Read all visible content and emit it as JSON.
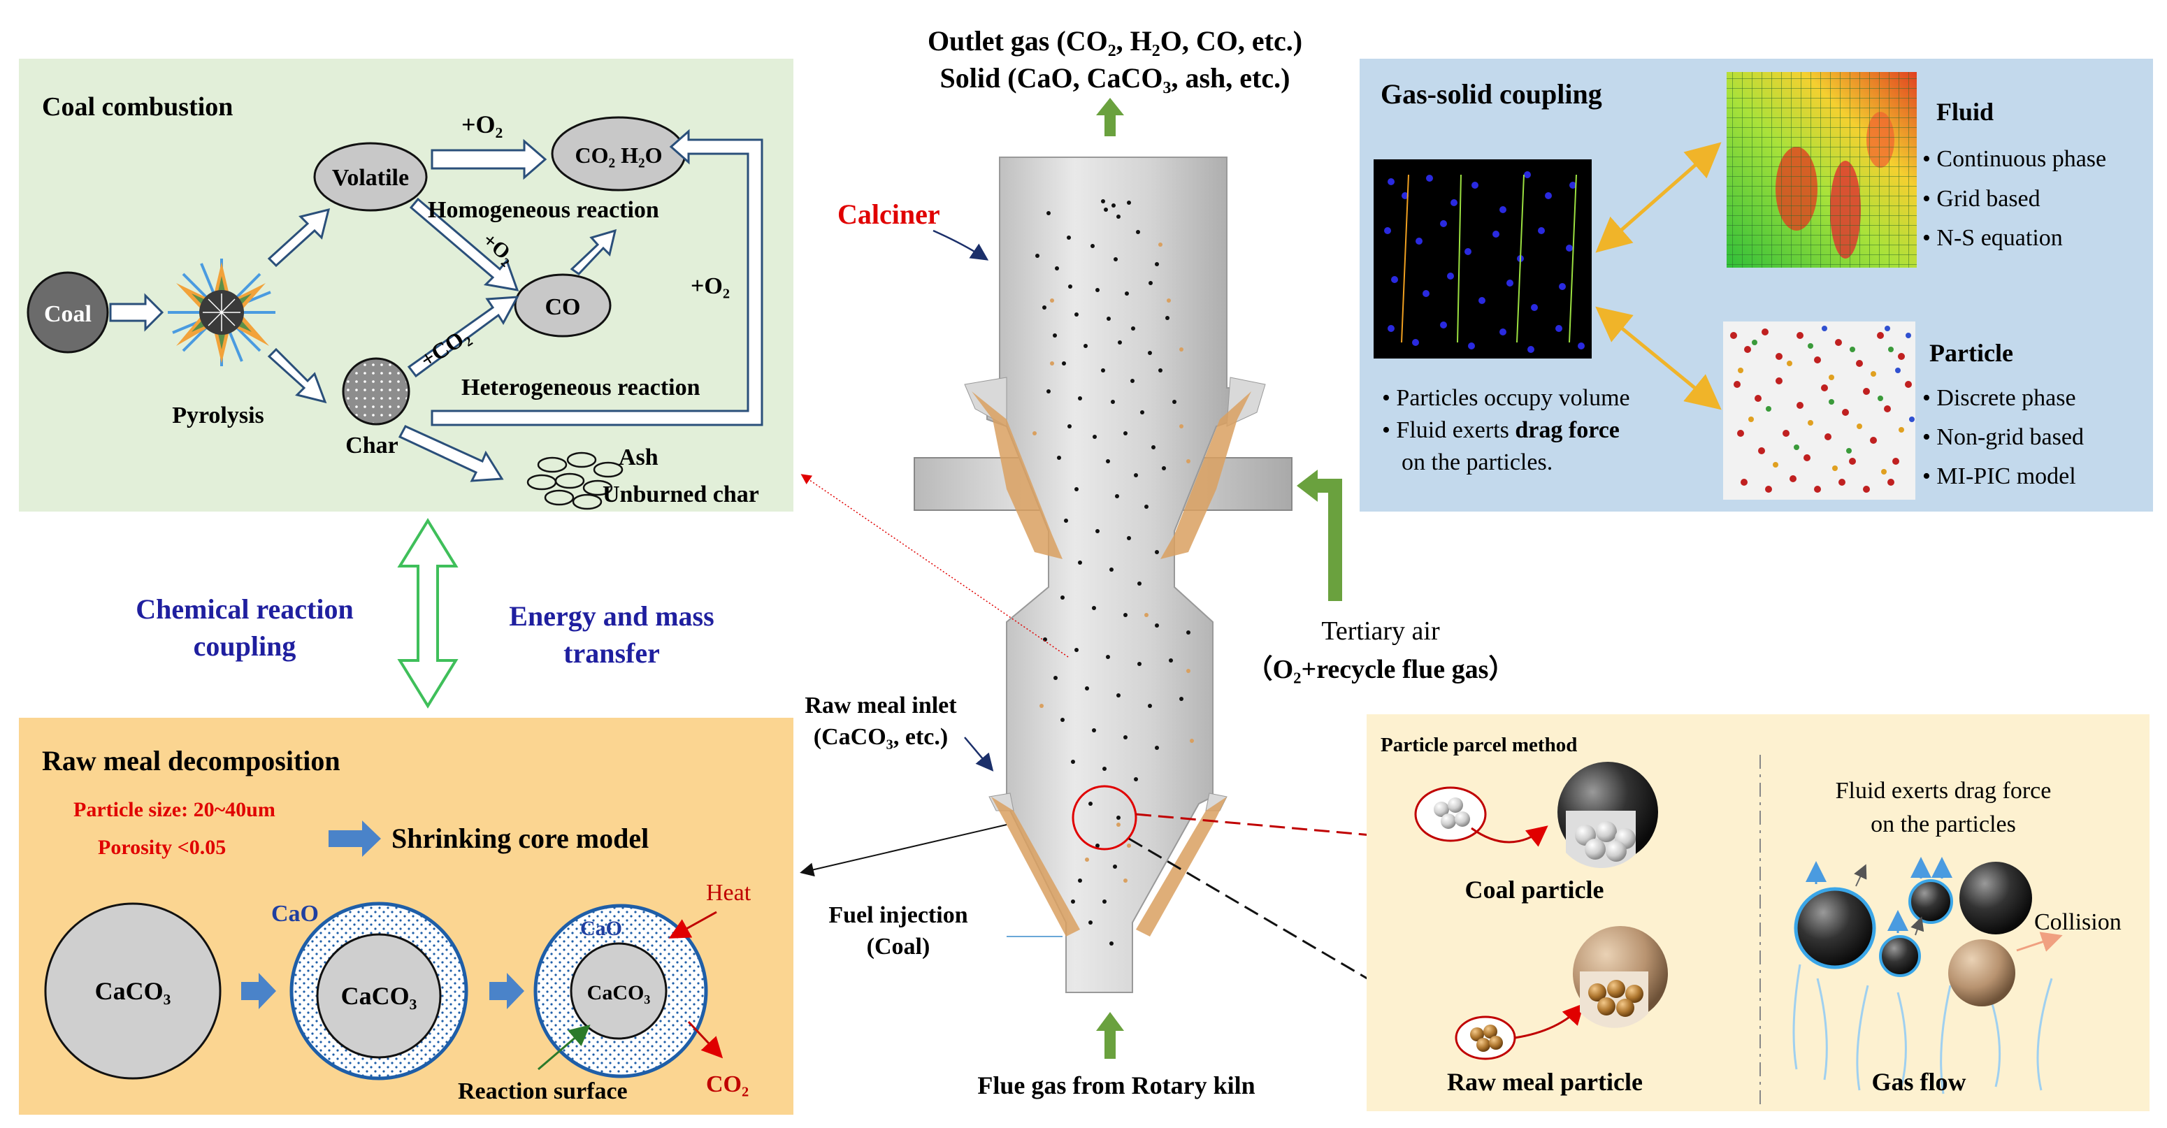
{
  "colors": {
    "green_panel": "#e2efd9",
    "orange_panel": "#fbd591",
    "blue_panel": "#c3d9ec",
    "cream_panel": "#fdf1d0",
    "navy_text": "#1f1f9f",
    "red_text": "#e00000",
    "arrow_green": "#6aa13e",
    "arrow_blue": "#4a83c9",
    "orange_arrow": "#f0b429"
  },
  "outlet": {
    "line1": "Outlet gas (CO₂, H₂O, CO, etc.)",
    "line2": "Solid (CaO, CaCO₃, ash, etc.)"
  },
  "calciner_label": "Calciner",
  "coal_combustion": {
    "title": "Coal combustion",
    "coal": "Coal",
    "pyrolysis": "Pyrolysis",
    "volatile": "Volatile",
    "char": "Char",
    "co2_h2o": "CO₂ H₂O",
    "co": "CO",
    "o2_top": "+O₂",
    "o2_diag": "+O₂",
    "o2_right": "+O₂",
    "co2_plus": "+CO₂",
    "homogeneous": "Homogeneous reaction",
    "heterogeneous": "Heterogeneous reaction",
    "ash": "Ash",
    "unburned": "Unburned char"
  },
  "coupling": {
    "left": [
      "Chemical reaction",
      "coupling"
    ],
    "right": [
      "Energy and mass",
      "transfer"
    ]
  },
  "raw_meal": {
    "title": "Raw meal decomposition",
    "particle_size": "Particle size: 20~40um",
    "porosity": "Porosity <0.05",
    "model": "Shrinking core model",
    "caco3": "CaCO₃",
    "cao": "CaO",
    "heat": "Heat",
    "co2": "CO₂",
    "reaction_surface": "Reaction surface"
  },
  "reactor_labels": {
    "raw_meal_inlet": [
      "Raw meal inlet",
      "(CaCO₃, etc.)"
    ],
    "fuel_injection": [
      "Fuel injection",
      "(Coal)"
    ],
    "flue_gas": "Flue gas from Rotary kiln",
    "tertiary_air": "Tertiary air",
    "tertiary_air_detail": "（O₂+recycle flue gas）"
  },
  "gas_solid": {
    "title": "Gas-solid coupling",
    "fluid_title": "Fluid",
    "fluid_items": [
      "Continuous phase",
      "Grid based",
      "N-S equation"
    ],
    "particle_title": "Particle",
    "particle_items": [
      "Discrete  phase",
      "Non-grid based",
      "MI-PIC model"
    ],
    "notes": [
      "Particles occupy volume",
      "Fluid exerts ",
      "drag force",
      "on the particles."
    ]
  },
  "parcel": {
    "title": "Particle parcel method",
    "coal_particle": "Coal particle",
    "raw_meal_particle": "Raw meal particle",
    "drag_text": [
      "Fluid exerts drag force",
      "on the particles"
    ],
    "collision": "Collision",
    "gas_flow": "Gas flow"
  }
}
